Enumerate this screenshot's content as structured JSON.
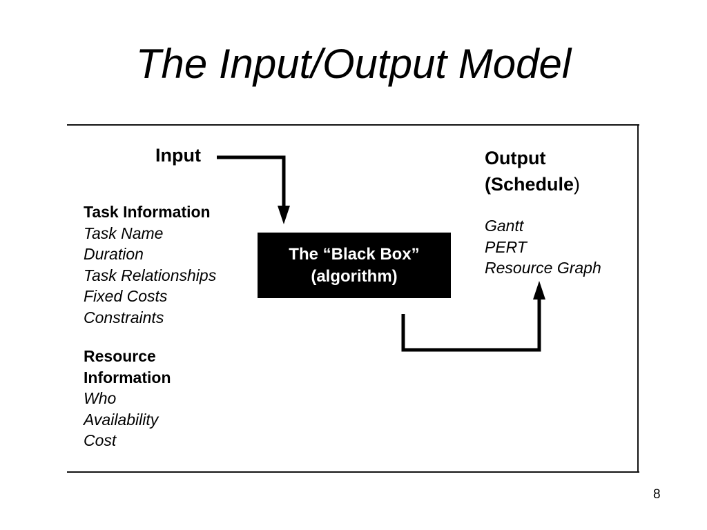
{
  "slide": {
    "title": "The Input/Output Model",
    "page_number": "8"
  },
  "diagram": {
    "input_label": "Input",
    "task_information": {
      "heading": "Task Information",
      "items": [
        "Task Name",
        "Duration",
        "Task Relationships",
        "Fixed Costs",
        "Constraints"
      ]
    },
    "resource_information": {
      "heading_line1": "Resource",
      "heading_line2": "Information",
      "items": [
        "Who",
        "Availability",
        "Cost"
      ]
    },
    "black_box": {
      "line1": "The “Black Box”",
      "line2": "(algorithm)"
    },
    "output": {
      "line1": "Output",
      "line2_bold": "(Schedule",
      "line2_plain": ")",
      "items": [
        "Gantt",
        "PERT",
        "Resource Graph"
      ]
    }
  }
}
